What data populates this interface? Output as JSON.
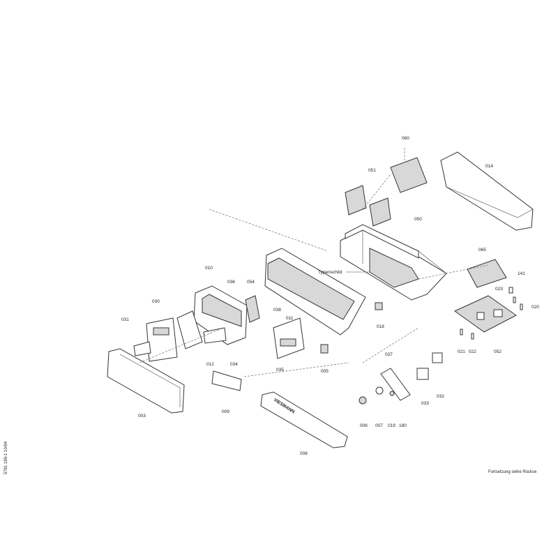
{
  "labels": {
    "p003": "003",
    "p005a": "005",
    "p006": "006",
    "p007": "007",
    "p008": "008",
    "p009": "009",
    "p010": "010",
    "p011": "011",
    "p012": "012",
    "p014": "014",
    "p018": "018",
    "p019": "019",
    "p020": "020",
    "p021": "021",
    "p022": "022",
    "p023": "023",
    "p030": "030",
    "p031": "031",
    "p032": "032",
    "p033": "033",
    "p034": "034",
    "p035": "035",
    "p036": "036",
    "p037": "037",
    "p038": "038",
    "p050": "050",
    "p051": "051",
    "p052": "052",
    "p054": "054",
    "p060": "060",
    "p065": "065",
    "p141": "141",
    "p180": "180"
  },
  "callouts": {
    "typenschild": "Typenschild",
    "brand": "VIESMANN"
  },
  "margin_code": "5781 189-1    10/94",
  "footer_note": "Fortsetzung siehe Rückse"
}
